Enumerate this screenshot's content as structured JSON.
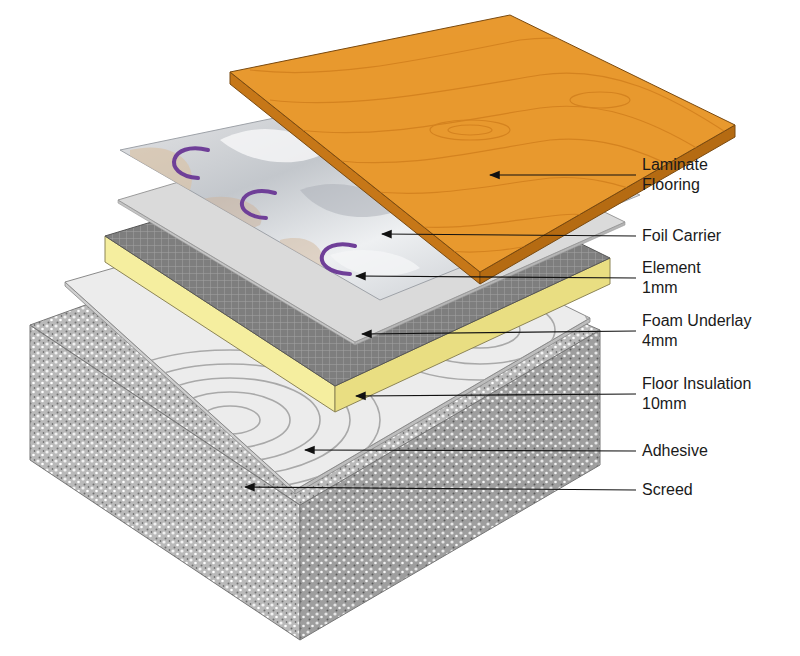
{
  "diagram": {
    "labels": [
      "Laminate Flooring",
      "Foil Carrier",
      "Element 1mm",
      "Foam Underlay 4mm",
      "Floor Insulation 10mm",
      "Adhesive",
      "Screed"
    ]
  }
}
